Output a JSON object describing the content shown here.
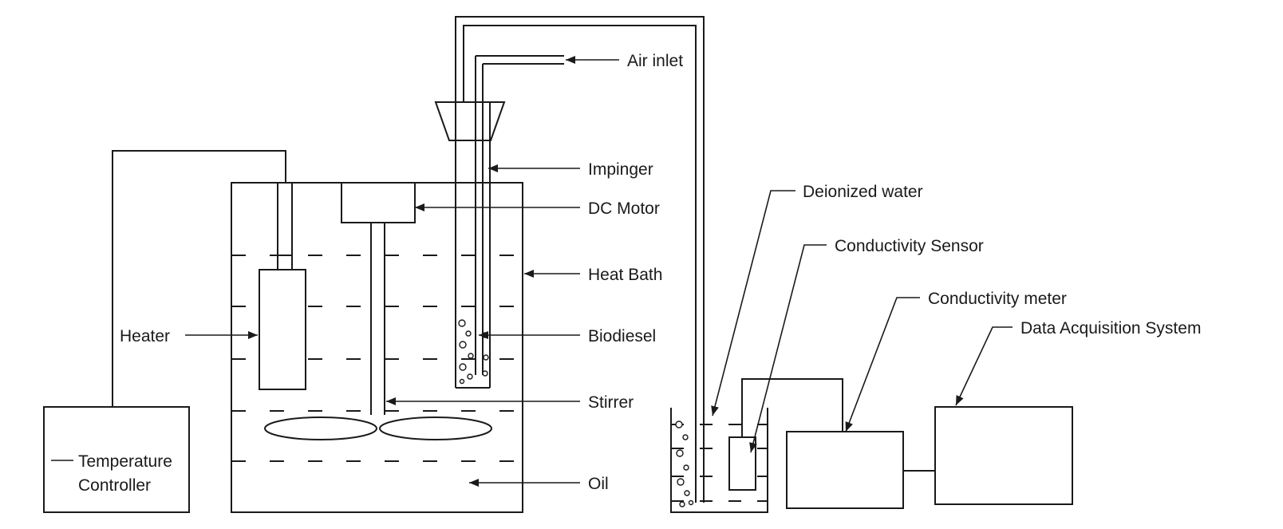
{
  "labels": {
    "air_inlet": "Air inlet",
    "impinger": "Impinger",
    "dc_motor": "DC Motor",
    "heat_bath": "Heat Bath",
    "heater": "Heater",
    "biodiesel": "Biodiesel",
    "stirrer": "Stirrer",
    "temperature": "Temperature",
    "controller": "Controller",
    "oil": "Oil",
    "deionized_water": "Deionized water",
    "conductivity_sensor": "Conductivity Sensor",
    "conductivity_meter": "Conductivity meter",
    "data_acquisition": "Data Acquisition System"
  }
}
